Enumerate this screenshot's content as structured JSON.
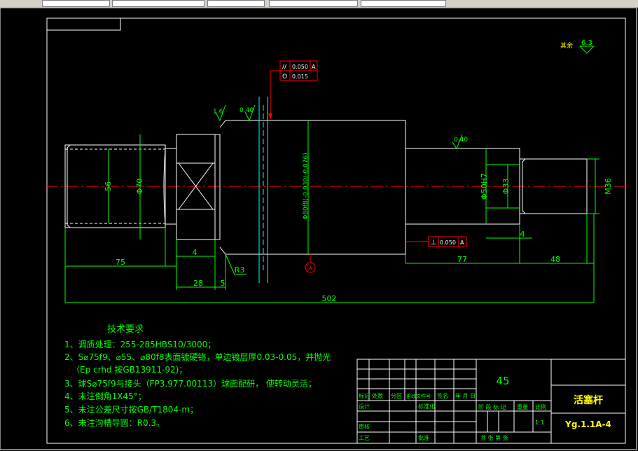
{
  "colors": {
    "background": "#000000",
    "outline": "#ffffff",
    "dimension": "#00ff00",
    "centerline": "#ff0000",
    "datum": "#ff0000",
    "tolerance": "#ffffff",
    "cyan": "#00ffff",
    "notes": "#00ff00",
    "titleblock": "#00ff00",
    "yellow_text": "#ffff00"
  },
  "roughness": {
    "label": "其余",
    "value": "6.3"
  },
  "tolerance_frames": {
    "top": {
      "row1_symbol": "//",
      "row1_value": "0.050",
      "row1_datum": "A",
      "row2_symbol": "O",
      "row2_value": "0.015"
    },
    "bottom": {
      "symbol": "⊥",
      "value": "0.050",
      "datum": "A"
    }
  },
  "datum_label": "A",
  "surface_marks": {
    "m1": "1.6",
    "m2": "0.40",
    "m3": "0.40"
  },
  "dimensions": {
    "d56": "56",
    "d70": "Φ70",
    "d80": "Φ80f8(-0.030/-0.076)",
    "d50": "Φ50H7",
    "d33": "Φ33",
    "m36": "M36",
    "l75": "75",
    "l4a": "4",
    "l28": "28",
    "l5": "5",
    "r3": "R3",
    "l77": "77",
    "l4b": "4",
    "l48": "48",
    "l502": "502"
  },
  "notes": {
    "title": "技术要求",
    "lines": [
      "1、调质处理：255-285HBS10/3000；",
      "2、S⌀75f9、⌀55、⌀80f8表面镀硬铬，单边镀层厚0.03-0.05，并抛光",
      "（Ep crhd 按GB13911-92)；",
      "3、球S⌀75f9与接头（FP3.977.00113）球面配研，  使转动灵活；",
      "4、未注倒角1X45°；",
      "5、未注公差尺寸按GB/T1804-m；",
      "6、未注沟槽导圆：R0.3。"
    ]
  },
  "titleblock": {
    "material": "45",
    "part_name": "活塞杆",
    "drawing_no": "Yg.1.1A-4",
    "scale": "1:1",
    "headers_row": [
      "标记",
      "处数",
      "分区",
      "更改文件号",
      "签名",
      "年 月 日"
    ],
    "label_design": "设计",
    "label_std": "标准化",
    "label_check": "审核",
    "label_craft": "工艺",
    "label_approve": "批准",
    "label_stage": "阶 段 标 记",
    "label_weight": "重量",
    "label_ratio": "比例",
    "label_sheets": "共   张   第   张",
    "label_sign": "签名",
    "label_date": "年月日"
  }
}
